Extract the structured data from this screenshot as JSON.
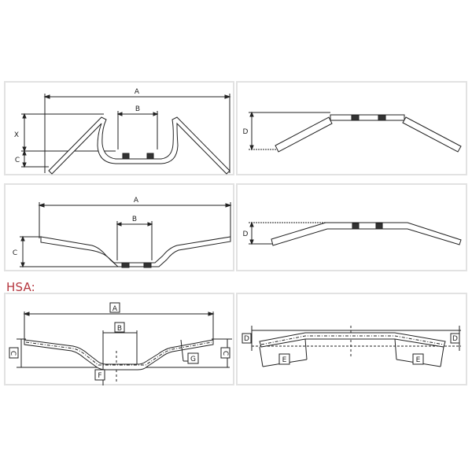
{
  "section_label": "HSA:",
  "colors": {
    "section_label": "#b5373f",
    "panel_border": "#e2e2e2",
    "line": "#222222"
  },
  "panels": [
    {
      "id": "high-bar-front",
      "labels": {
        "a": "A",
        "b": "B",
        "x": "X",
        "c": "C"
      }
    },
    {
      "id": "high-bar-top",
      "labels": {
        "d": "D"
      }
    },
    {
      "id": "flat-bar-front",
      "labels": {
        "a": "A",
        "b": "B",
        "c": "C"
      }
    },
    {
      "id": "flat-bar-top",
      "labels": {
        "d": "D"
      }
    },
    {
      "id": "hsa-bar-front",
      "labels": {
        "a": "A",
        "b": "B",
        "c_left": "C",
        "c_right": "C",
        "f": "F",
        "g": "G"
      }
    },
    {
      "id": "hsa-bar-top",
      "labels": {
        "d_left": "D",
        "d_right": "D",
        "e_left": "E",
        "e_right": "E"
      }
    }
  ]
}
